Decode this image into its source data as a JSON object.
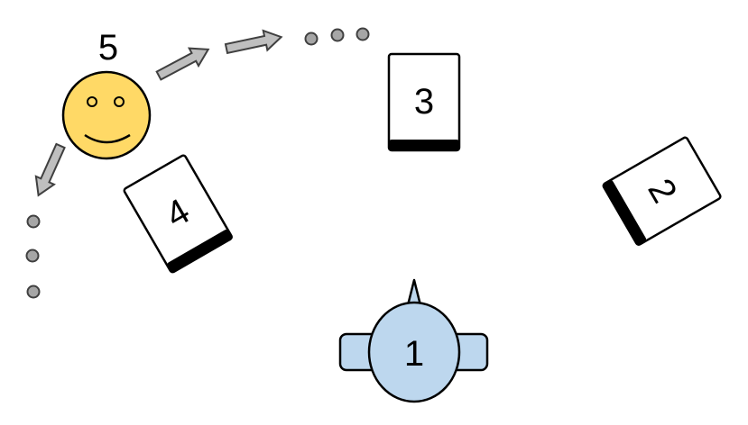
{
  "diagram": {
    "robot": {
      "label": "1",
      "body_color": "#bdd7ee",
      "stroke": "#000000"
    },
    "books": [
      {
        "id": "book-2",
        "label": "2"
      },
      {
        "id": "book-3",
        "label": "3"
      },
      {
        "id": "book-4",
        "label": "4"
      }
    ],
    "person": {
      "label": "5",
      "face_color": "#ffd966"
    },
    "arrow_color": "#bfbfbf",
    "dot_color": "#a6a6a6"
  }
}
